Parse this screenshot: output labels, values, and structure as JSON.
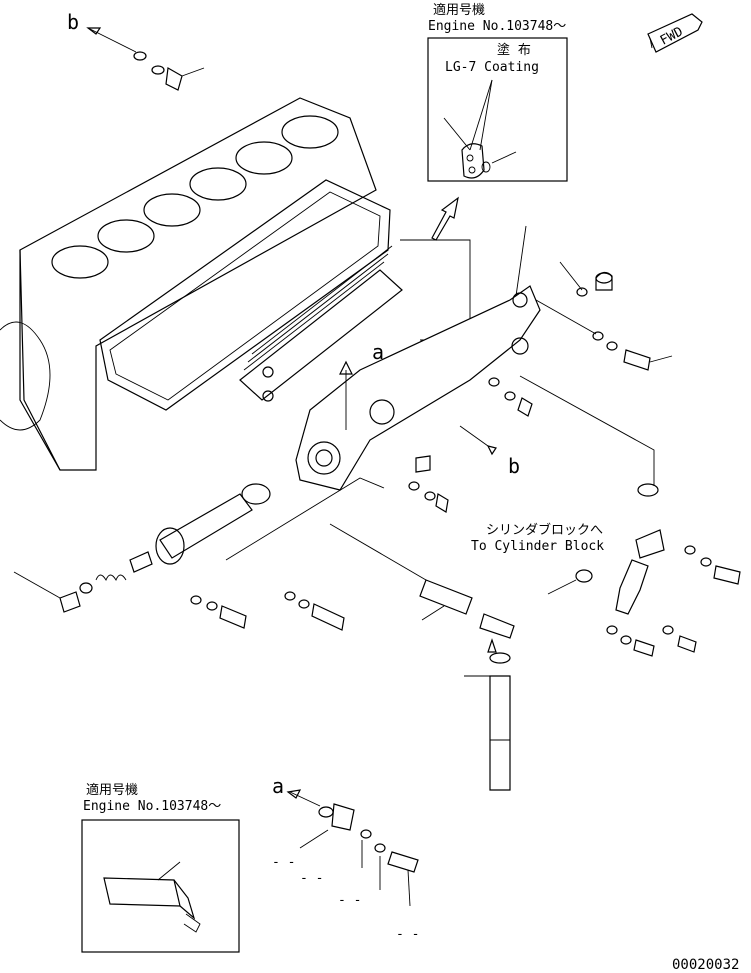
{
  "top_note": {
    "applicable_jp": "適用号機",
    "engine_no": "Engine No.103748～",
    "coating_jp": "塗 布",
    "coating_en": "LG-7 Coating"
  },
  "bottom_note": {
    "applicable_jp": "適用号機",
    "engine_no": "Engine No.103748～"
  },
  "destination": {
    "jp": "シリンダブロックへ",
    "en": "To Cylinder Block"
  },
  "reference_letters": {
    "b_top": "b",
    "a_mid": "a",
    "b_mid": "b",
    "a_bottom": "a"
  },
  "forward_tag": "FWD",
  "dashes": [
    "- -",
    "- -",
    "- -",
    "- -"
  ],
  "figure_number": "00020032"
}
